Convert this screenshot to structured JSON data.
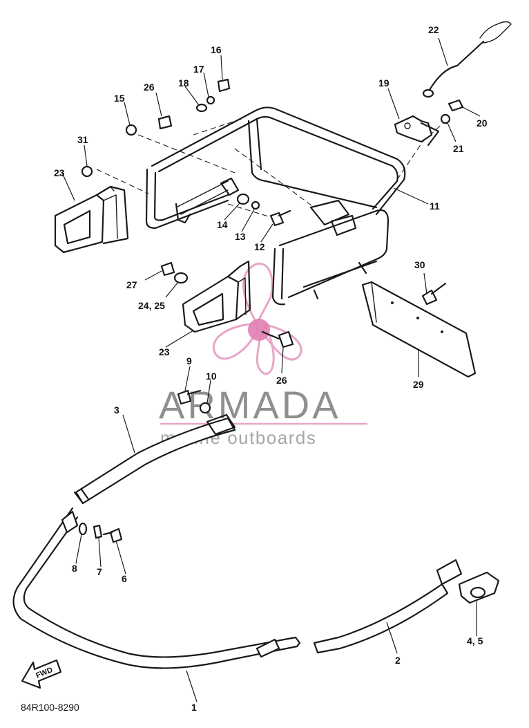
{
  "diagram": {
    "part_code": "84R100-8290",
    "direction_label": "FWD",
    "callouts": [
      {
        "id": "c1",
        "text": "1"
      },
      {
        "id": "c2",
        "text": "2"
      },
      {
        "id": "c3",
        "text": "3"
      },
      {
        "id": "c45",
        "text": "4, 5"
      },
      {
        "id": "c6",
        "text": "6"
      },
      {
        "id": "c7",
        "text": "7"
      },
      {
        "id": "c8",
        "text": "8"
      },
      {
        "id": "c9",
        "text": "9"
      },
      {
        "id": "c10",
        "text": "10"
      },
      {
        "id": "c11",
        "text": "11"
      },
      {
        "id": "c12",
        "text": "12"
      },
      {
        "id": "c13",
        "text": "13"
      },
      {
        "id": "c14",
        "text": "14"
      },
      {
        "id": "c15",
        "text": "15"
      },
      {
        "id": "c16",
        "text": "16"
      },
      {
        "id": "c17",
        "text": "17"
      },
      {
        "id": "c18",
        "text": "18"
      },
      {
        "id": "c19",
        "text": "19"
      },
      {
        "id": "c20",
        "text": "20"
      },
      {
        "id": "c21",
        "text": "21"
      },
      {
        "id": "c22",
        "text": "22"
      },
      {
        "id": "c23a",
        "text": "23"
      },
      {
        "id": "c23b",
        "text": "23"
      },
      {
        "id": "c2425",
        "text": "24, 25"
      },
      {
        "id": "c26a",
        "text": "26"
      },
      {
        "id": "c26b",
        "text": "26"
      },
      {
        "id": "c27",
        "text": "27"
      },
      {
        "id": "c29",
        "text": "29"
      },
      {
        "id": "c30",
        "text": "30"
      },
      {
        "id": "c31",
        "text": "31"
      }
    ]
  },
  "watermark": {
    "title": "ARMADA",
    "subtitle": "marine outboards",
    "colors": {
      "logo": "#e8a5c8",
      "logo_hub": "#e07fb2",
      "text": "#8f8f8f",
      "line": "#e8a5c8"
    }
  }
}
